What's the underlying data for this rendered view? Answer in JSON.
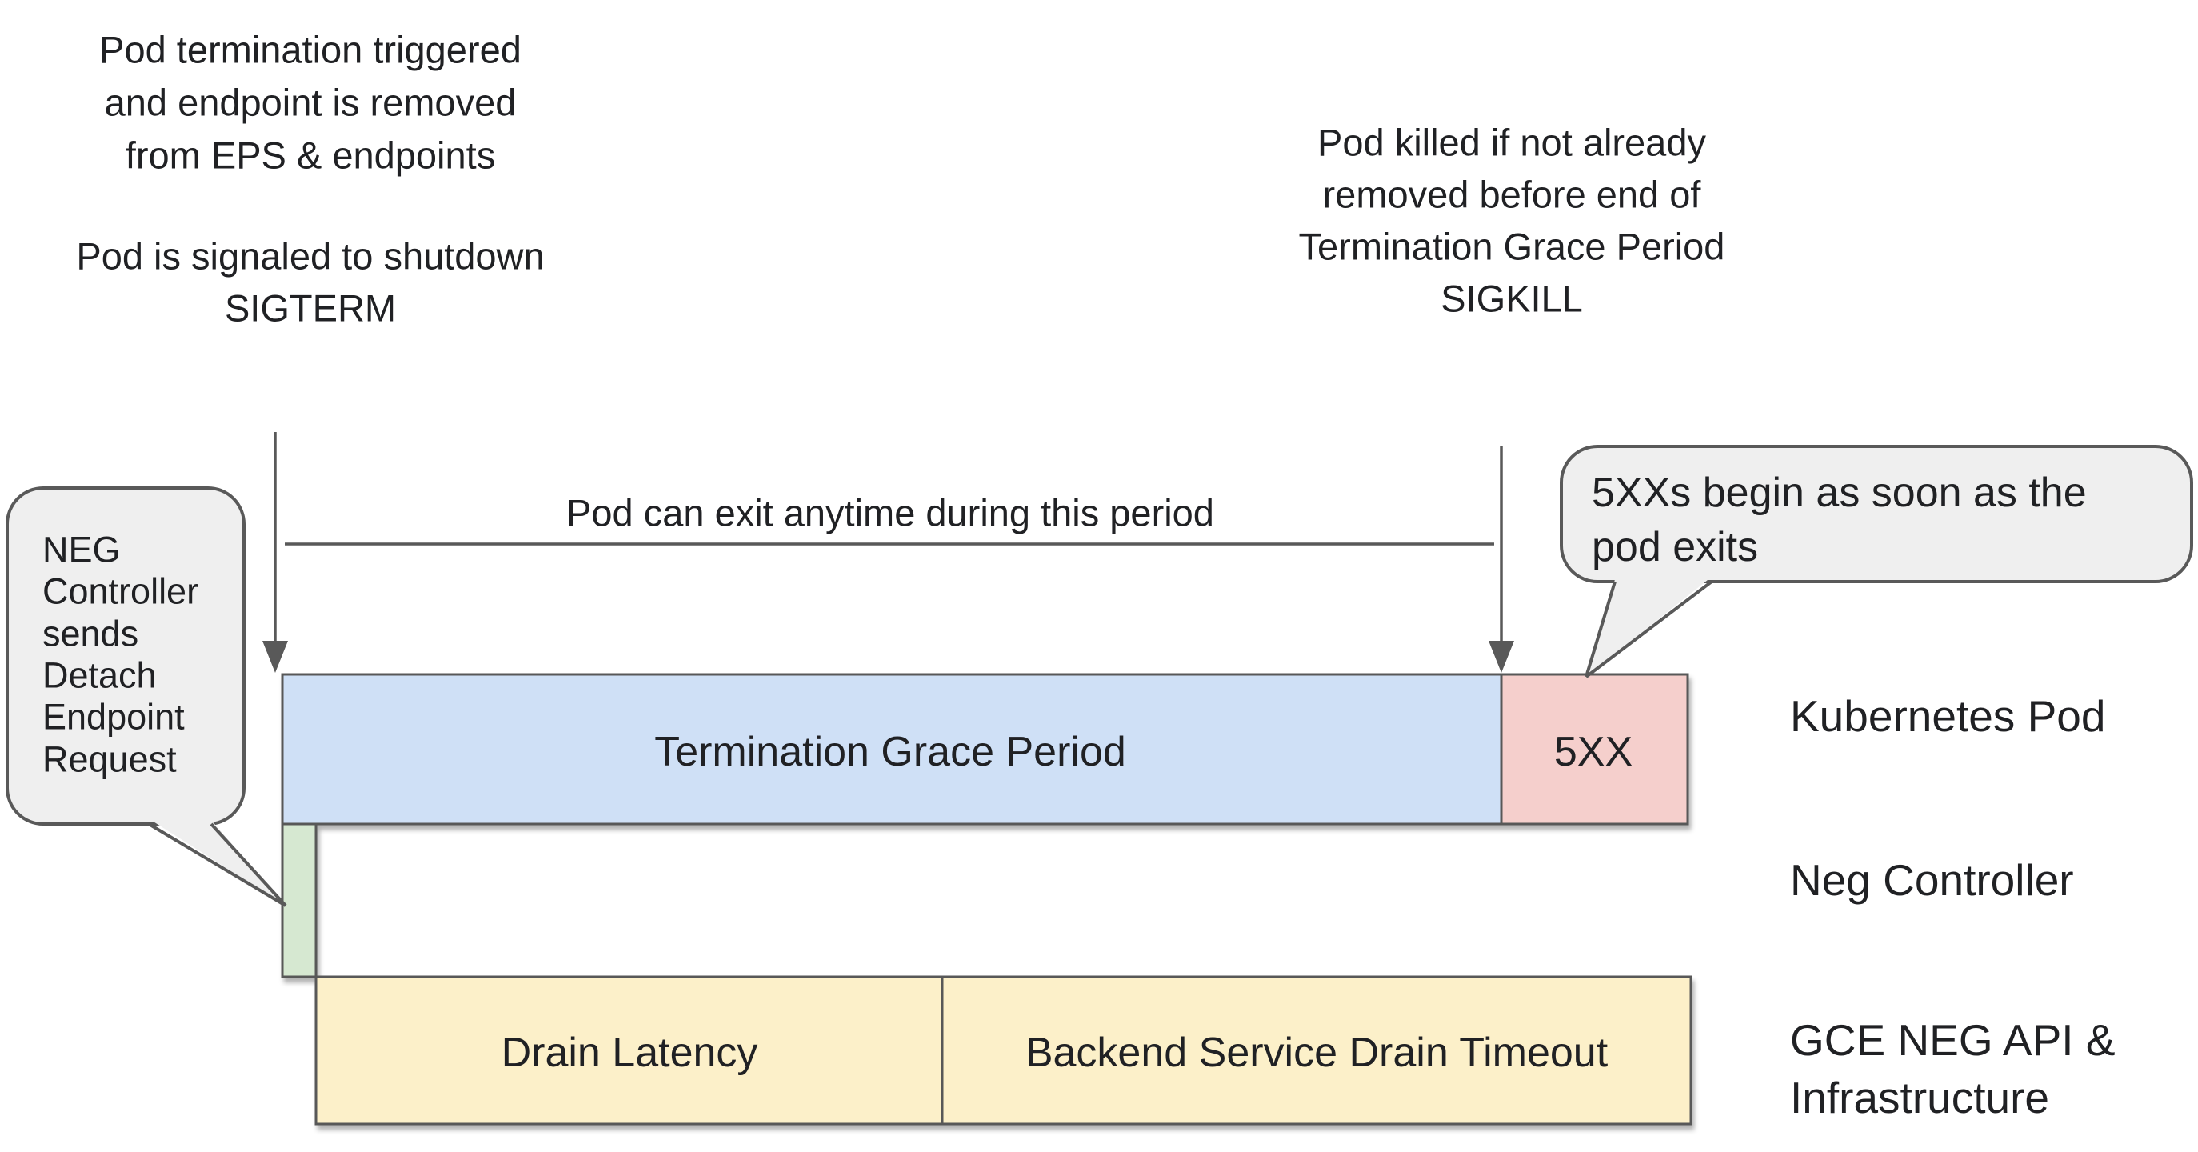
{
  "notes": {
    "pod_termination": [
      "Pod termination triggered",
      "and endpoint is removed",
      "from EPS & endpoints"
    ],
    "pod_signal": [
      "Pod is signaled to shutdown",
      "SIGTERM"
    ],
    "pod_killed": [
      "Pod killed if not already",
      "removed before end of",
      "Termination Grace Period",
      "SIGKILL"
    ],
    "pod_exit_period": "Pod can exit anytime during this period"
  },
  "callouts": {
    "neg_controller": [
      "NEG",
      "Controller",
      "sends",
      "Detach",
      "Endpoint",
      "Request"
    ],
    "five_xx": [
      "5XXs begin as soon as the",
      "pod exits"
    ]
  },
  "bars": {
    "termination_grace_period": "Termination Grace Period",
    "five_xx": "5XX",
    "drain_latency": "Drain Latency",
    "backend_drain_timeout": "Backend Service Drain Timeout"
  },
  "lanes": {
    "kubernetes_pod": "Kubernetes Pod",
    "neg_controller": "Neg Controller",
    "gce": [
      "GCE NEG API &",
      "Infrastructure"
    ]
  },
  "colors": {
    "termination_bar": "#cfe0f6",
    "error_bar": "#f5cfcc",
    "neg_bar": "#d6e8d1",
    "gce_bar": "#fcf0c9",
    "callout_fill": "#efefef",
    "stroke": "#595959",
    "text": "#202124"
  }
}
